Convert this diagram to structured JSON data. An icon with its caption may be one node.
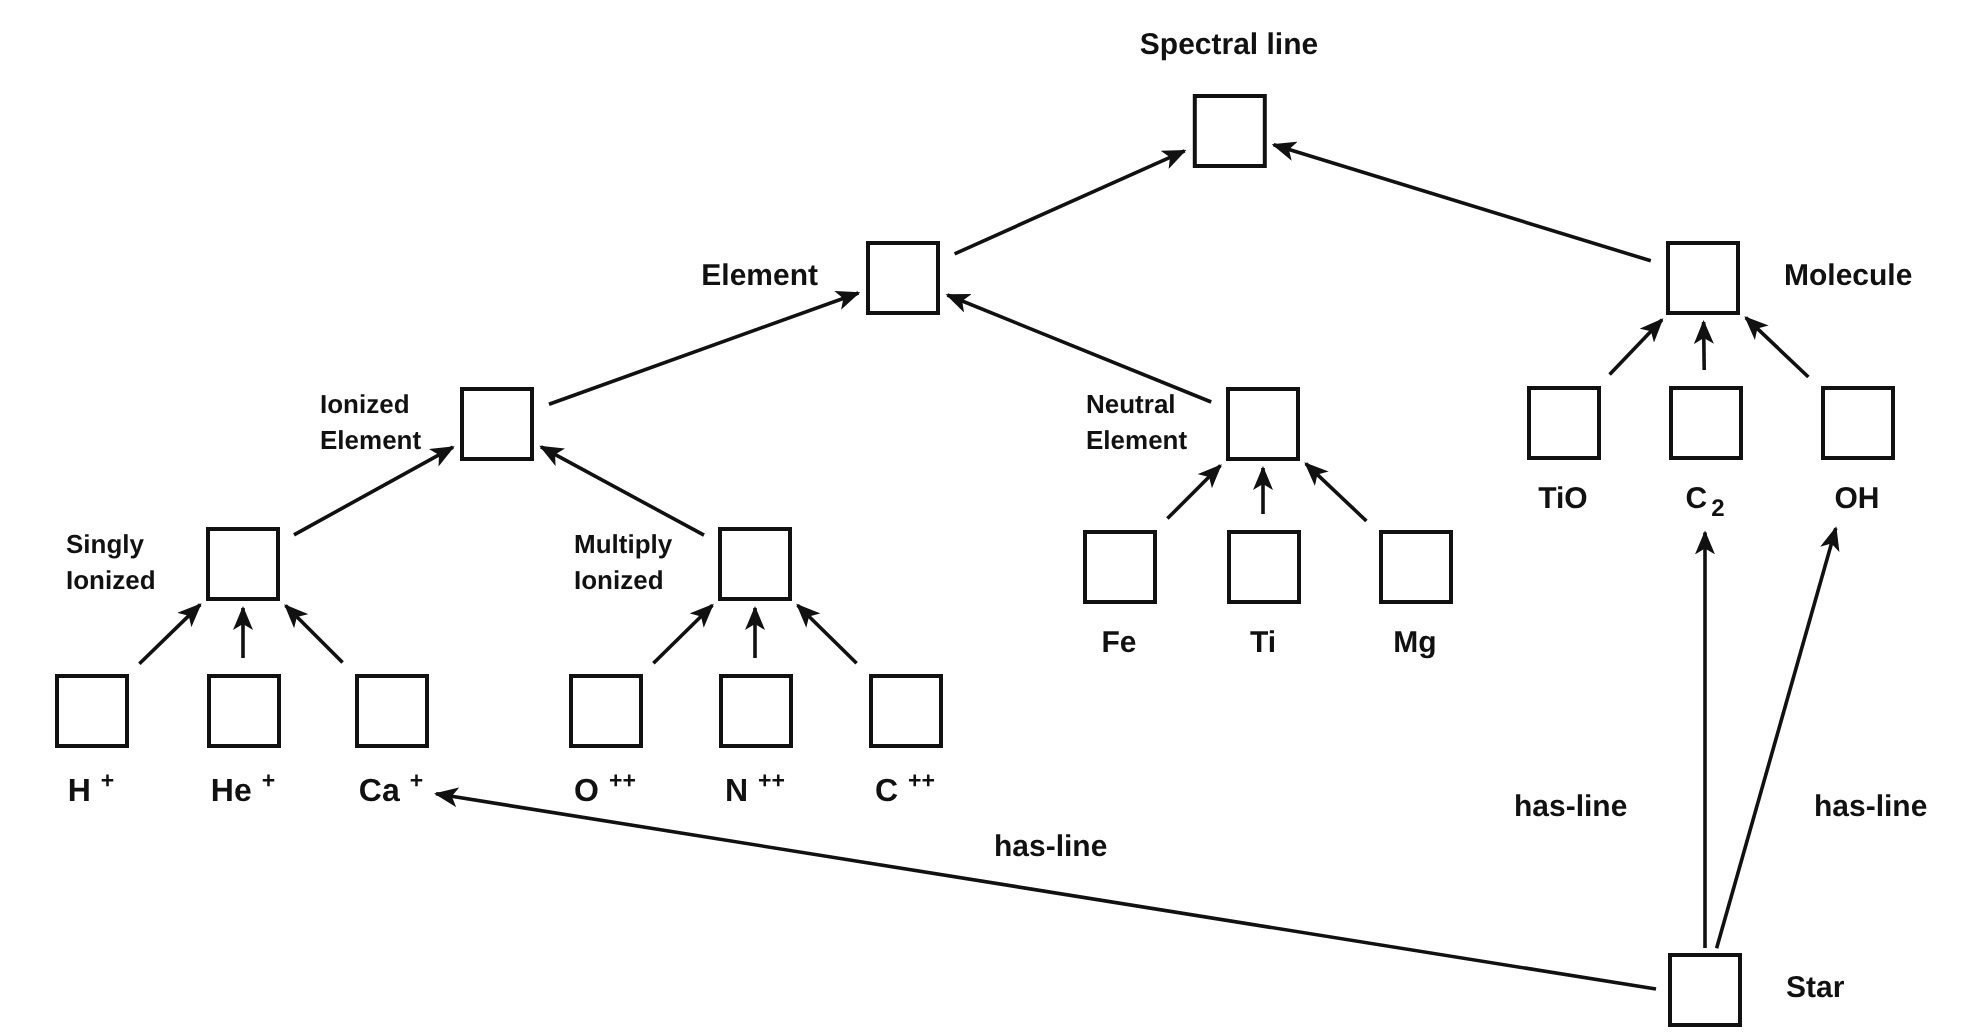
{
  "diagram": {
    "nodes": [
      {
        "text": [
          "Spectral line"
        ]
      },
      {
        "text": [
          "Element"
        ]
      },
      {
        "text": [
          "Molecule"
        ]
      },
      {
        "text": [
          "Ionized Element"
        ]
      },
      {
        "text": [
          "Neutral Element"
        ]
      },
      {
        "text": [
          "Singly Ionized"
        ]
      },
      {
        "text": [
          "Multiply Ionized"
        ]
      },
      {
        "text": [
          "TiO"
        ]
      },
      {
        "text": [
          "C$_{2}$"
        ]
      },
      {
        "text": [
          "OH"
        ]
      },
      {
        "text": [
          "Fe"
        ]
      },
      {
        "text": [
          "Ti"
        ]
      },
      {
        "text": [
          "Mg"
        ]
      },
      {
        "text": [
          "H$^{+}$"
        ]
      },
      {
        "text": [
          "He$^{+}$"
        ]
      },
      {
        "text": [
          "Ca$^{+}$"
        ]
      },
      {
        "text": [
          "O$^{++}$"
        ]
      },
      {
        "text": [
          "N$^{++}$"
        ]
      },
      {
        "text": [
          "C$^{++}$"
        ]
      },
      {
        "text": [
          "Star"
        ]
      }
    ],
    "edges": [
      {
        "from": 1,
        "to": 0,
        "arrow": "to"
      },
      {
        "from": 2,
        "to": 0,
        "arrow": "to"
      },
      {
        "from": 3,
        "to": 1,
        "arrow": "to"
      },
      {
        "from": 4,
        "to": 1,
        "arrow": "to"
      },
      {
        "from": 5,
        "to": 3,
        "arrow": "to"
      },
      {
        "from": 6,
        "to": 3,
        "arrow": "to"
      },
      {
        "from": 7,
        "to": 2,
        "arrow": "to"
      },
      {
        "from": 8,
        "to": 2,
        "arrow": "to"
      },
      {
        "from": 9,
        "to": 2,
        "arrow": "to"
      },
      {
        "from": 10,
        "to": 4,
        "arrow": "to"
      },
      {
        "from": 11,
        "to": 4,
        "arrow": "to"
      },
      {
        "from": 12,
        "to": 4,
        "arrow": "to"
      },
      {
        "from": 13,
        "to": 5,
        "arrow": "to"
      },
      {
        "from": 14,
        "to": 5,
        "arrow": "to"
      },
      {
        "from": 15,
        "to": 5,
        "arrow": "to"
      },
      {
        "from": 16,
        "to": 6,
        "arrow": "to"
      },
      {
        "from": 17,
        "to": 6,
        "arrow": "to"
      },
      {
        "from": 18,
        "to": 6,
        "arrow": "to"
      },
      {
        "from": 19,
        "to": 15,
        "arrow": "to",
        "label": "has-line"
      },
      {
        "from": 19,
        "to": 8,
        "arrow": "to",
        "label": "has-line"
      },
      {
        "from": 19,
        "to": 9,
        "arrow": "to",
        "label": "has-line"
      }
    ]
  }
}
